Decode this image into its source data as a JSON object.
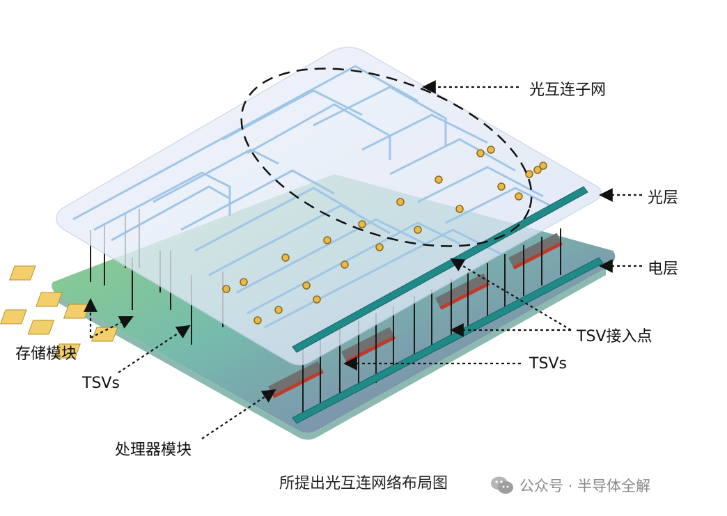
{
  "labels": {
    "optical_subnet": "光互连子网",
    "optical_layer": "光层",
    "electrical_layer": "电层",
    "tsv_access_point": "TSV接入点",
    "tsvs_right": "TSVs",
    "memory_module": "存储模块",
    "tsvs_left": "TSVs",
    "processor_module": "处理器模块"
  },
  "caption": "所提出光互连网络布局图",
  "watermark": {
    "text": "公众号 · 半导体全解",
    "icon": "wechat-icon"
  },
  "colors": {
    "optical_layer": "#dfe8f6",
    "electrical_layer_top": "#7fc36b",
    "electrical_layer_bottom": "#7d6aa8",
    "waveguide": "#9fc6e6",
    "tsv_bar": "#1f8a88",
    "memory_pad": "#f2cf6a",
    "processor_chip": "#6f6f6f",
    "arrow": "#111111"
  }
}
